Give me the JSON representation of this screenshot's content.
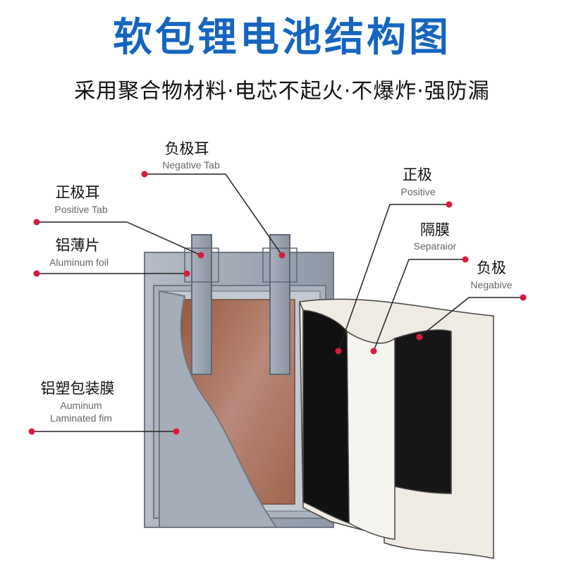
{
  "title": "软包锂电池结构图",
  "subtitle": "采用聚合物材料·电芯不起火·不爆炸·强防漏",
  "colors": {
    "title": "#1565c0",
    "leader_dot": "#d81b3c",
    "copper": "#b07d68",
    "frame": "#9aa3b0",
    "black_layer": "#111111",
    "separator": "#f2efe8"
  },
  "labels": {
    "negative_tab": {
      "cn": "负极耳",
      "en": "Negative Tab"
    },
    "positive_tab": {
      "cn": "正极耳",
      "en": "Positive Tab"
    },
    "aluminum_foil": {
      "cn": "铝薄片",
      "en": "Aluminum foil"
    },
    "laminated_film": {
      "cn": "铝塑包装膜",
      "en1": "Auminum",
      "en2": "Laminated fim"
    },
    "positive": {
      "cn": "正极",
      "en": "Positive"
    },
    "separator": {
      "cn": "隔膜",
      "en": "Separaior"
    },
    "negative": {
      "cn": "负极",
      "en": "Negabive"
    }
  }
}
